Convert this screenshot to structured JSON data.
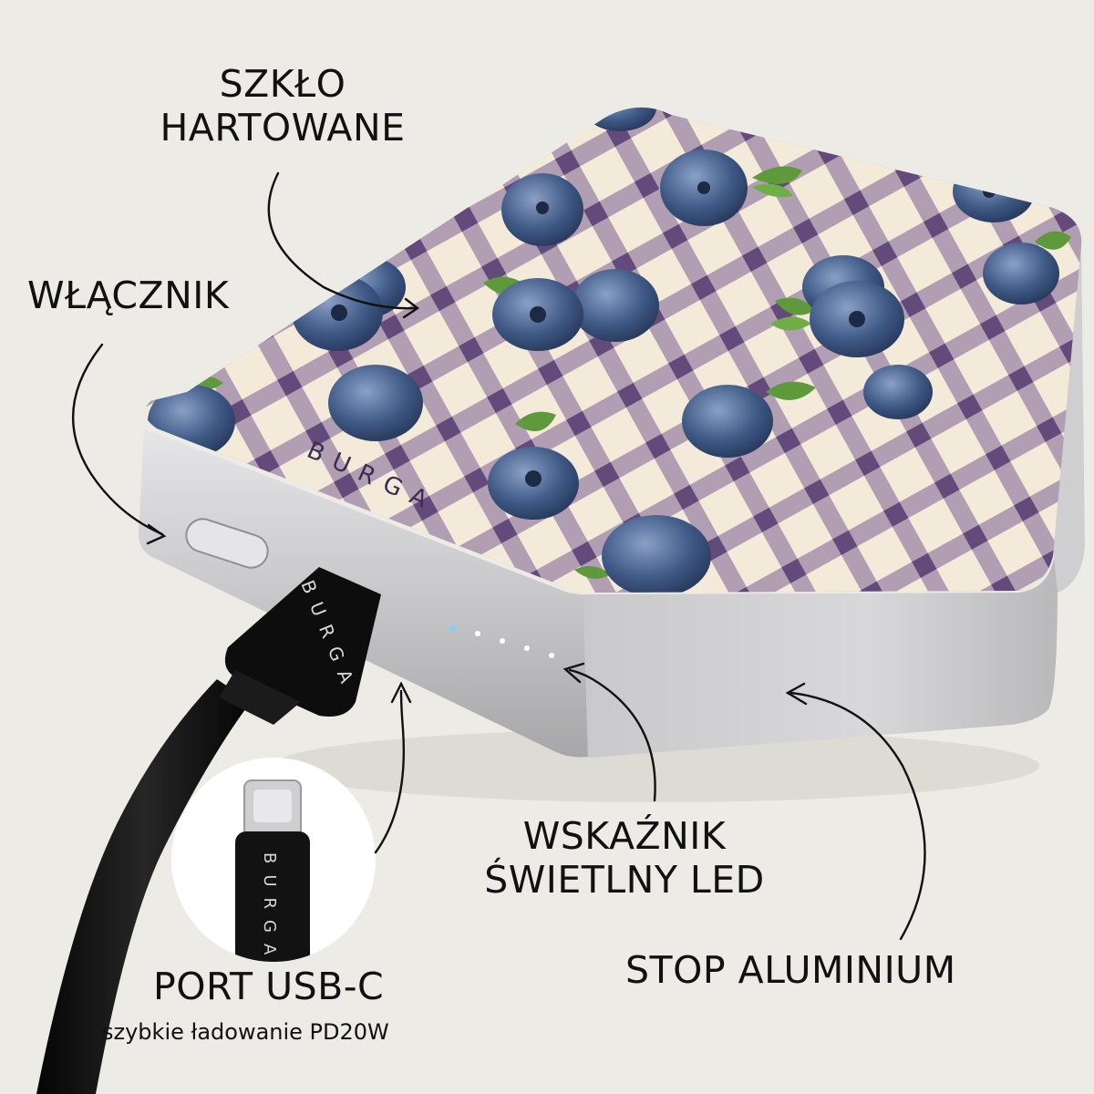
{
  "labels": {
    "glass_line1": "SZKŁO",
    "glass_line2": "HARTOWANE",
    "power_button": "WŁĄCZNIK",
    "led_line1": "WSKAŹNIK",
    "led_line2": "ŚWIETLNY LED",
    "port_title": "PORT USB-C",
    "port_subtitle": "szybkie ładowanie PD20W",
    "material": "STOP ALUMINIUM"
  },
  "branding": {
    "logo_text": "BURGA"
  },
  "colors": {
    "background": "#ecebe5",
    "gingham_purple": "#7a5e92",
    "gingham_cream": "#f3ead9",
    "aluminium": "#c9c9cb",
    "blueberry": "#3f5a86",
    "leaf": "#5e9a3c",
    "cable": "#121212"
  },
  "led_indicator": {
    "lit_count": 1,
    "total_count": 5
  }
}
